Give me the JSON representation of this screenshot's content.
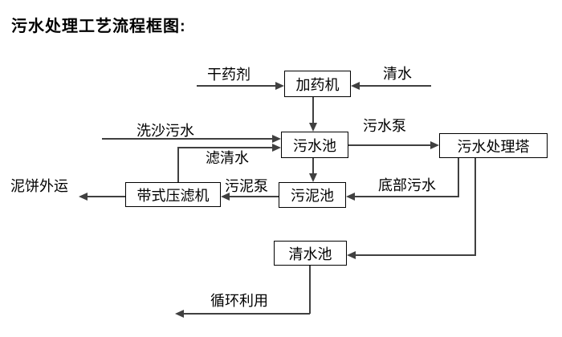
{
  "title": "污水处理工艺流程框图:",
  "nodes": {
    "dosing_machine": "加药机",
    "sewage_pool": "污水池",
    "treatment_tower": "污水处理塔",
    "belt_filter_press": "带式压滤机",
    "sludge_pool": "污泥池",
    "clean_water_pool": "清水池"
  },
  "flow_labels": {
    "dry_agent": "干药剂",
    "clean_water": "清水",
    "sand_wash_sewage": "洗沙污水",
    "filtered_water": "滤清水",
    "sewage_pump": "污水泵",
    "sludge_pump": "污泥泵",
    "bottom_sewage": "底部污水",
    "mud_cake_transport": "泥饼外运",
    "recycle_use": "循环利用"
  },
  "colors": {
    "line": "#404040",
    "box_border": "#000000",
    "text": "#000000",
    "background": "#ffffff"
  }
}
